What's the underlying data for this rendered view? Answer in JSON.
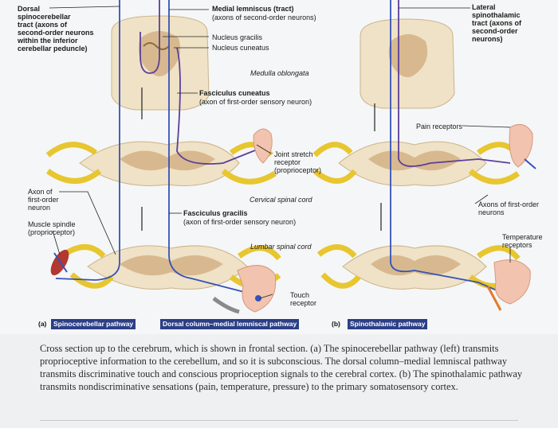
{
  "labels": {
    "dorsal_spinocerebellar": "Dorsal\nspinocerebellar\ntract (axons of\nsecond-order neurons\nwithin the inferior\ncerebellar peduncle)",
    "medial_lemniscus": "Medial lemniscus (tract)",
    "medial_lemniscus_sub": "(axons of second-order neurons)",
    "nucleus_gracilis": "Nucleus gracilis",
    "nucleus_cuneatus": "Nucleus cuneatus",
    "medulla_oblongata": "Medulla oblongata",
    "fasciculus_cuneatus": "Fasciculus cuneatus",
    "fasciculus_cuneatus_sub": "(axon of first-order sensory neuron)",
    "joint_stretch_receptor": "Joint stretch\nreceptor\n(proprioceptor)",
    "cervical_spinal_cord": "Cervical spinal cord",
    "axon_first_order_neuron": "Axon of\nfirst-order\nneuron",
    "muscle_spindle": "Muscle spindle\n(proprioceptor)",
    "fasciculus_gracilis": "Fasciculus gracilis",
    "fasciculus_gracilis_sub": "(axon of first-order sensory neuron)",
    "lumbar_spinal_cord": "Lumbar spinal cord",
    "touch_receptor": "Touch\nreceptor",
    "lateral_spinothalamic": "Lateral\nspinothalamic\ntract (axons of\nsecond-order\nneurons)",
    "pain_receptors": "Pain receptors",
    "axons_first_order_neurons": "Axons of first-order\nneurons",
    "temperature_receptors": "Temperature\nreceptors"
  },
  "panels": {
    "a_letter": "(a)",
    "a_spinocerebellar": "Spinocerebellar pathway",
    "a_dorsal_column": "Dorsal column–medial lemniscal pathway",
    "b_letter": "(b)",
    "b_spinothalamic": "Spinothalamic pathway"
  },
  "caption": "Cross section up to the cerebrum, which is shown in frontal section. (a) The spinocerebellar pathway (left) transmits proprioceptive information to the cerebellum, and so it is subconscious. The dorsal column–medial lemniscal pathway transmits discriminative touch and conscious proprioception signals to the cerebral cortex. (b) The spinothalamic pathway transmits nondiscriminative sensations (pain, temperature, pressure) to the primary somatosensory cortex.",
  "colors": {
    "pathway_tag": "#2c3f86",
    "tract_blue": "#3552b8",
    "tract_purple": "#5a3f9a",
    "nerve_yellow": "#e7c62f",
    "cord_tan": "#efe2c6",
    "gray_matter": "#d8b98f",
    "skin_pink": "#f2c3ae"
  }
}
